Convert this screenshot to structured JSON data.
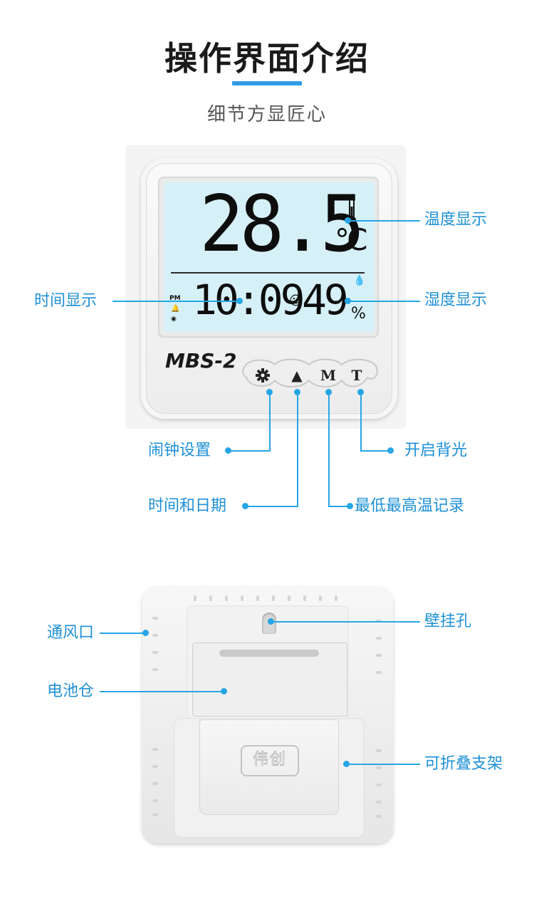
{
  "header": {
    "title": "操作界面介绍",
    "subtitle": "细节方显匠心"
  },
  "display": {
    "temperature": "28.5",
    "temp_unit": "℃",
    "time": "10:09",
    "humidity": "49",
    "humidity_unit": "%",
    "pm_indicator": "PM"
  },
  "device": {
    "model": "MBS-2",
    "buttons": {
      "up": "▲",
      "mode": "M",
      "light": "T"
    },
    "back_logo": "伟创"
  },
  "labels": {
    "temperature_display": "温度显示",
    "time_display": "时间显示",
    "humidity_display": "湿度显示",
    "alarm_setting": "闹钟设置",
    "time_and_date": "时间和日期",
    "backlight": "开启背光",
    "min_max_record": "最低最高温记录",
    "vent": "通风口",
    "wall_hole": "壁挂孔",
    "battery": "电池仓",
    "stand": "可折叠支架"
  },
  "colors": {
    "accent": "#27a6e6",
    "lcd": "#d6f0f7"
  },
  "icons": [
    "gear-icon",
    "thermometer-icon",
    "drop-icon",
    "smile-icon",
    "bell-icon"
  ]
}
